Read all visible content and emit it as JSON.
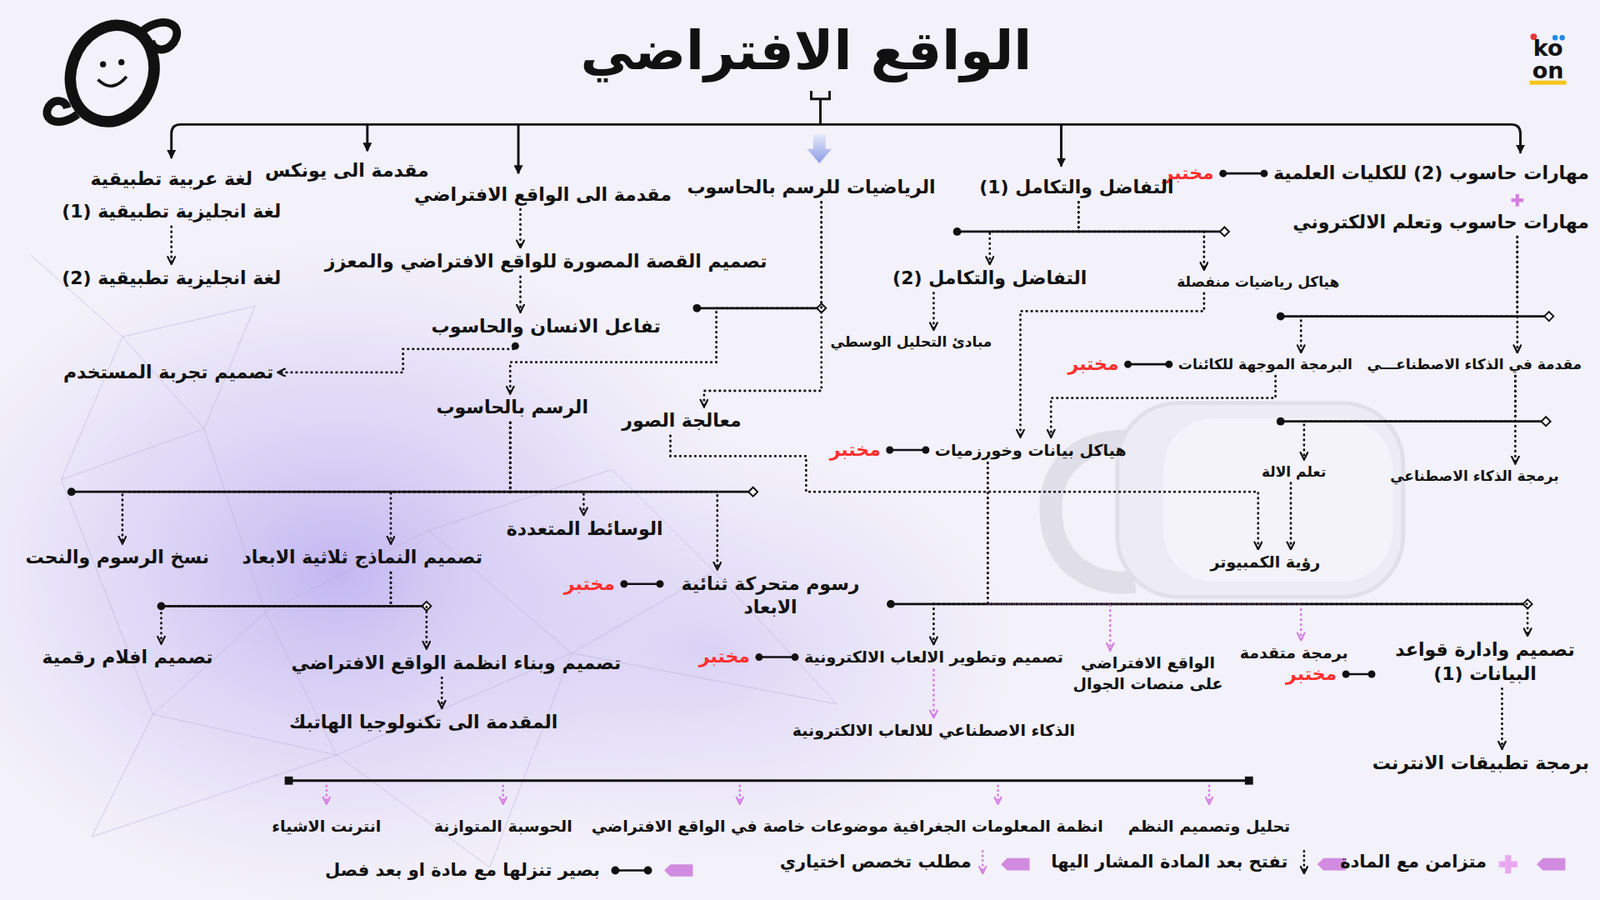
{
  "diagram": {
    "title": "الواقع الافتراضي",
    "nodes": [
      {
        "text": [
          "مهارات حاسوب (2) للكليات العلمية"
        ]
      },
      {
        "text": [
          "مختبر"
        ]
      },
      {
        "text": [
          "مهارات حاسوب وتعلم الالكتروني"
        ]
      },
      {
        "text": [
          "التفاضل والتكامل (1)"
        ]
      },
      {
        "text": [
          "الرياضيات للرسم بالحاسوب"
        ]
      },
      {
        "text": [
          "مقدمة الى الواقع الافتراضي"
        ]
      },
      {
        "text": [
          "مقدمة الى يونكس"
        ]
      },
      {
        "text": [
          "لغة عربية تطبيقية"
        ]
      },
      {
        "text": [
          "لغة انجليزية تطبيقية (1)"
        ]
      },
      {
        "text": [
          "لغة انجليزية تطبيقية (2)"
        ]
      },
      {
        "text": [
          "هياكل رياضيات منفصلة"
        ]
      },
      {
        "text": [
          "التفاضل والتكامل (2)"
        ]
      },
      {
        "text": [
          "مبادئ التحليل الوسطي"
        ]
      },
      {
        "text": [
          "تصميم القصة المصورة للواقع الافتراضي والمعزز"
        ]
      },
      {
        "text": [
          "تفاعل الانسان والحاسوب"
        ]
      },
      {
        "text": [
          "تصميم تجربة المستخدم"
        ]
      },
      {
        "text": [
          "مقدمة في الذكاء الاصطناعـــي"
        ]
      },
      {
        "text": [
          "البرمجة الموجهة للكائنات"
        ]
      },
      {
        "text": [
          "مختبر"
        ]
      },
      {
        "text": [
          "الرسم بالحاسوب"
        ]
      },
      {
        "text": [
          "معالجة الصور"
        ]
      },
      {
        "text": [
          "هياكل بيانات وخورزميات"
        ]
      },
      {
        "text": [
          "مختبر"
        ]
      },
      {
        "text": [
          "برمجة الذكاء الاصطناعي"
        ]
      },
      {
        "text": [
          "تعلم الالة"
        ]
      },
      {
        "text": [
          "رؤية الكمبيوتر"
        ]
      },
      {
        "text": [
          "نسخ الرسوم والنحت"
        ]
      },
      {
        "text": [
          "تصميم النماذج ثلاثية الابعاد"
        ]
      },
      {
        "text": [
          "الوسائط المتعددة"
        ]
      },
      {
        "text": [
          "رسوم متحركة ثنائية الابعاد"
        ]
      },
      {
        "text": [
          "مختبر"
        ]
      },
      {
        "text": [
          "تصميم افلام رقمية"
        ]
      },
      {
        "text": [
          "تصميم وبناء انظمة الواقع الافتراضي"
        ]
      },
      {
        "text": [
          "المقدمة الى تكنولوجيا الهاتبك"
        ]
      },
      {
        "text": [
          "تصميم وادارة قواعد البيانات (1)"
        ]
      },
      {
        "text": [
          "مختبر"
        ]
      },
      {
        "text": [
          "برمجة تطبيقات الانترنت"
        ]
      },
      {
        "text": [
          "برمجة متقدمة"
        ]
      },
      {
        "text": [
          "الواقع الافتراضي على منصات الجوال"
        ]
      },
      {
        "text": [
          "تصميم وتطوير الالعاب الالكترونية"
        ]
      },
      {
        "text": [
          "مختبر"
        ]
      },
      {
        "text": [
          "الذكاء الاصطناعي للالعاب الالكترونية"
        ]
      },
      {
        "text": [
          "تحليل وتصميم النظم"
        ]
      },
      {
        "text": [
          "انظمة المعلومات الجغرافية"
        ]
      },
      {
        "text": [
          "موضوعات خاصة في الواقع الافتراضي"
        ]
      },
      {
        "text": [
          "الحوسبة المتوازنة"
        ]
      },
      {
        "text": [
          "انترنت الاشياء"
        ]
      }
    ],
    "edges": [
      {
        "from": 0,
        "to": 1,
        "arrow": "none"
      },
      {
        "from": 3,
        "to": 11,
        "arrow": "to"
      },
      {
        "from": 3,
        "to": 10,
        "arrow": "to"
      },
      {
        "from": 2,
        "to": 16,
        "arrow": "to"
      },
      {
        "from": 2,
        "to": 17,
        "arrow": "to"
      },
      {
        "from": 17,
        "to": 18,
        "arrow": "none"
      },
      {
        "from": 16,
        "to": 23,
        "arrow": "to"
      },
      {
        "from": 16,
        "to": 24,
        "arrow": "to"
      },
      {
        "from": 24,
        "to": 25,
        "arrow": "to"
      },
      {
        "from": 20,
        "to": 25,
        "arrow": "to"
      },
      {
        "from": 17,
        "to": 21,
        "arrow": "to"
      },
      {
        "from": 10,
        "to": 21,
        "arrow": "to"
      },
      {
        "from": 21,
        "to": 22,
        "arrow": "none"
      },
      {
        "from": 11,
        "to": 12,
        "arrow": "to"
      },
      {
        "from": 5,
        "to": 13,
        "arrow": "to"
      },
      {
        "from": 13,
        "to": 14,
        "arrow": "to"
      },
      {
        "from": 14,
        "to": 15,
        "arrow": "to"
      },
      {
        "from": 4,
        "to": 19,
        "arrow": "to"
      },
      {
        "from": 4,
        "to": 20,
        "arrow": "to"
      },
      {
        "from": 8,
        "to": 9,
        "arrow": "to"
      },
      {
        "from": 19,
        "to": 26,
        "arrow": "to"
      },
      {
        "from": 19,
        "to": 27,
        "arrow": "to"
      },
      {
        "from": 19,
        "to": 28,
        "arrow": "to"
      },
      {
        "from": 19,
        "to": 29,
        "arrow": "to"
      },
      {
        "from": 29,
        "to": 30,
        "arrow": "none"
      },
      {
        "from": 27,
        "to": 31,
        "arrow": "to"
      },
      {
        "from": 27,
        "to": 32,
        "arrow": "to"
      },
      {
        "from": 32,
        "to": 33,
        "arrow": "to"
      },
      {
        "from": 21,
        "to": 39,
        "arrow": "to"
      },
      {
        "from": 21,
        "to": 38,
        "arrow": "to"
      },
      {
        "from": 21,
        "to": 37,
        "arrow": "to"
      },
      {
        "from": 21,
        "to": 34,
        "arrow": "to"
      },
      {
        "from": 34,
        "to": 35,
        "arrow": "none"
      },
      {
        "from": 34,
        "to": 36,
        "arrow": "to"
      },
      {
        "from": 39,
        "to": 40,
        "arrow": "none"
      },
      {
        "from": 39,
        "to": 41,
        "arrow": "to"
      }
    ],
    "labels": [
      "ko",
      "on"
    ],
    "legend": [
      {
        "text": "متزامن مع المادة"
      },
      {
        "text": "تفتح بعد المادة المشار اليها"
      },
      {
        "text": "مطلب تخصص اختياري"
      },
      {
        "text": "بصير تنزلها مع مادة او بعد فصل"
      }
    ]
  }
}
